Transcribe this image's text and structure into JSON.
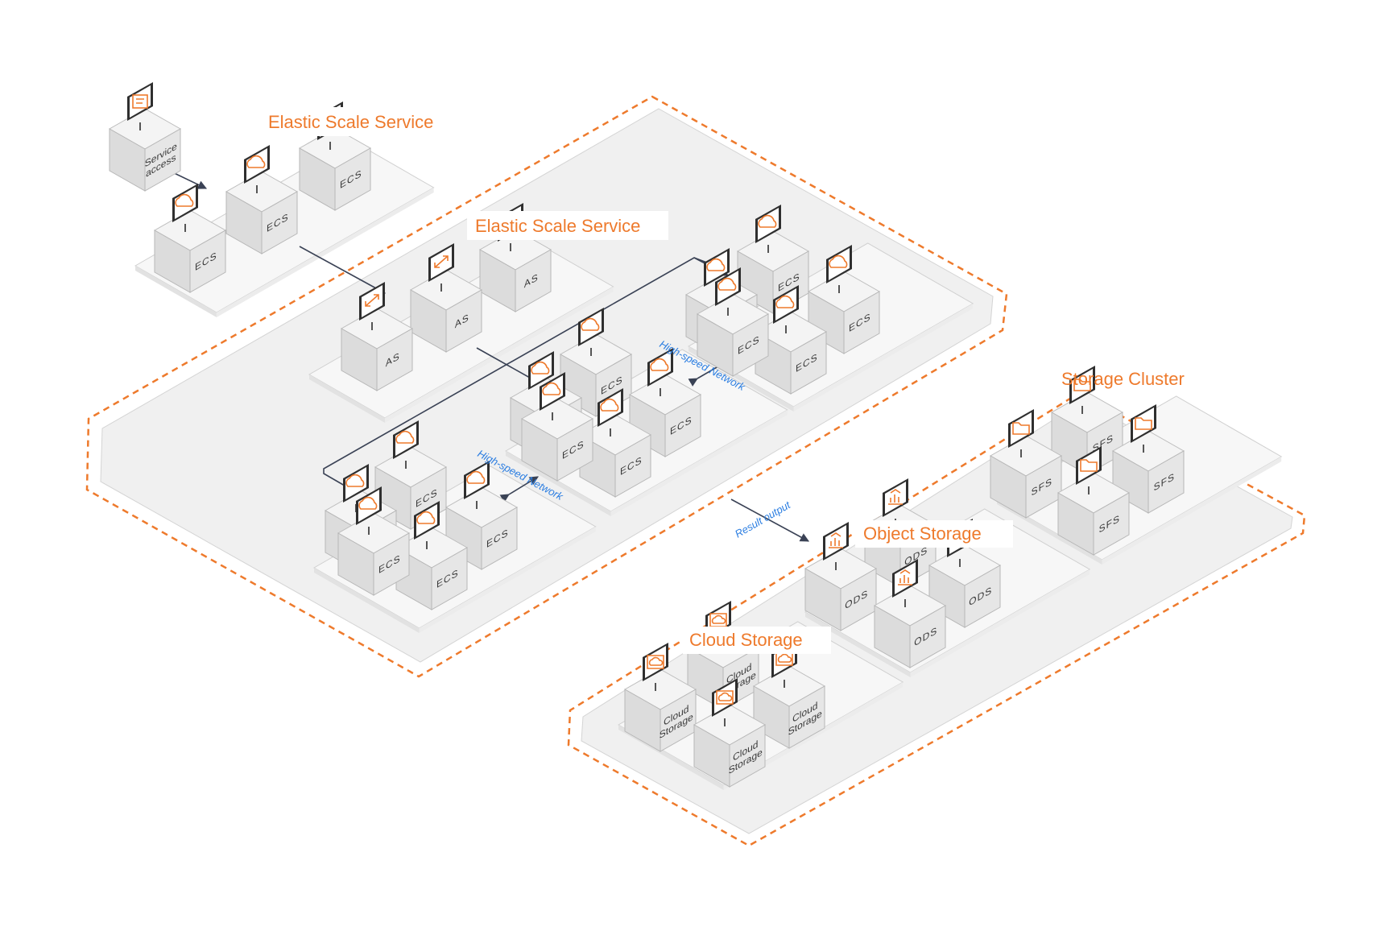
{
  "colors": {
    "accent": "#ee7a2c",
    "network_label": "#2a7de1",
    "platform": "#f0f0f0",
    "platform_edge": "#d4d4d4",
    "box_top": "#f4f4f4",
    "box_left": "#dcdcdc",
    "box_right": "#e6e6e6",
    "arrow": "#3a4255"
  },
  "labels": {
    "ess_outer": "Elastic Scale Service",
    "ess_inner": "Elastic Scale Service",
    "storage_cluster": "Storage Cluster",
    "object_storage": "Object Storage",
    "cloud_storage": "Cloud Storage",
    "high_speed_1": "High-speed Network",
    "high_speed_2": "High-speed Network",
    "result_output": "Result output"
  },
  "nodes": {
    "service_access": {
      "line1": "Service",
      "line2": "access",
      "icon": "monitor-app-icon"
    },
    "top_group": [
      {
        "label": "ECS",
        "icon": "cloud-icon"
      },
      {
        "label": "ECS",
        "icon": "cloud-icon"
      },
      {
        "label": "ECS",
        "icon": "cloud-icon"
      }
    ],
    "as_group": [
      {
        "label": "AS",
        "icon": "scale-icon"
      },
      {
        "label": "AS",
        "icon": "scale-icon"
      },
      {
        "label": "AS",
        "icon": "scale-icon"
      }
    ],
    "ecs_right": [
      {
        "label": "ECS",
        "icon": "cloud-icon"
      },
      {
        "label": "ECS",
        "icon": "cloud-icon"
      },
      {
        "label": "ECS",
        "icon": "cloud-icon"
      },
      {
        "label": "ECS",
        "icon": "cloud-icon"
      },
      {
        "label": "ECS",
        "icon": "cloud-icon"
      }
    ],
    "ecs_mid": [
      {
        "label": "ECS",
        "icon": "cloud-icon"
      },
      {
        "label": "ECS",
        "icon": "cloud-icon"
      },
      {
        "label": "ECS",
        "icon": "cloud-icon"
      },
      {
        "label": "ECS",
        "icon": "cloud-icon"
      },
      {
        "label": "ECS",
        "icon": "cloud-icon"
      }
    ],
    "ecs_left": [
      {
        "label": "ECS",
        "icon": "cloud-icon"
      },
      {
        "label": "ECS",
        "icon": "cloud-icon"
      },
      {
        "label": "ECS",
        "icon": "cloud-icon"
      },
      {
        "label": "ECS",
        "icon": "cloud-icon"
      },
      {
        "label": "ECS",
        "icon": "cloud-icon"
      }
    ],
    "sfs": [
      {
        "label": "SFS",
        "icon": "folder-icon"
      },
      {
        "label": "SFS",
        "icon": "folder-icon"
      },
      {
        "label": "SFS",
        "icon": "folder-icon"
      },
      {
        "label": "SFS",
        "icon": "folder-icon"
      }
    ],
    "ods": [
      {
        "label": "ODS",
        "icon": "chart-icon"
      },
      {
        "label": "ODS",
        "icon": "chart-icon"
      },
      {
        "label": "ODS",
        "icon": "chart-icon"
      },
      {
        "label": "ODS",
        "icon": "chart-icon"
      }
    ],
    "cloud_storage": [
      {
        "line1": "Cloud",
        "line2": "Storage",
        "icon": "cloud-storage-icon"
      },
      {
        "line1": "Cloud",
        "line2": "Storage",
        "icon": "cloud-storage-icon"
      },
      {
        "line1": "Cloud",
        "line2": "Storage",
        "icon": "cloud-storage-icon"
      },
      {
        "line1": "Cloud",
        "line2": "Storage",
        "icon": "cloud-storage-icon"
      }
    ]
  }
}
